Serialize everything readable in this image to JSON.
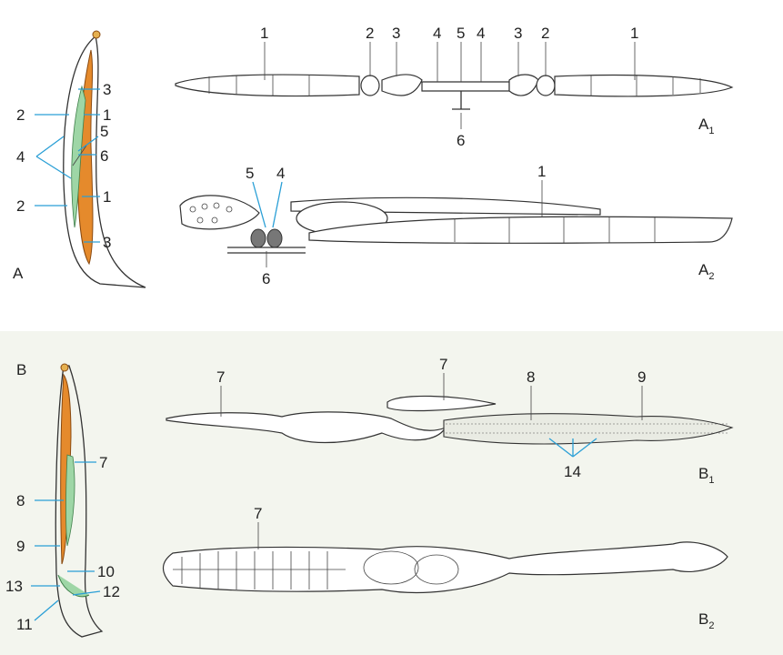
{
  "panel_a": {
    "label": "A",
    "numbers": [
      "1",
      "2",
      "3",
      "4",
      "5",
      "6"
    ],
    "sub_a1": {
      "letter": "A",
      "index": "1"
    },
    "sub_a2": {
      "letter": "A",
      "index": "2"
    }
  },
  "panel_b": {
    "label": "B",
    "numbers": [
      "7",
      "8",
      "9",
      "10",
      "11",
      "12",
      "13",
      "14"
    ],
    "sub_b1": {
      "letter": "B",
      "index": "1"
    },
    "sub_b2": {
      "letter": "B",
      "index": "2"
    }
  },
  "colors": {
    "leader": "#2a9fd6",
    "gut": "#e58a2c",
    "gland": "#9ed6a6",
    "bg_bottom": "#f3f5ee"
  }
}
